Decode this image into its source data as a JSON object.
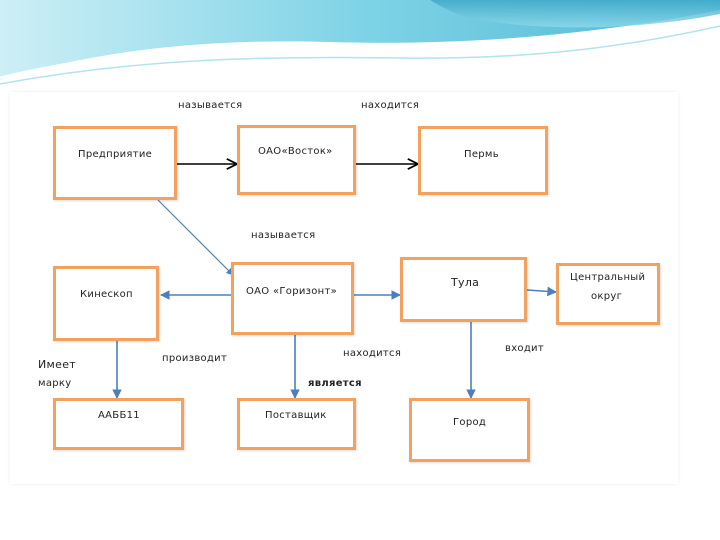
{
  "diagram": {
    "boxes": {
      "enterprise": "Предприятие",
      "vostok": "ОАО«Восток»",
      "perm": "Пермь",
      "kinescope": "Кинескоп",
      "horizont": "ОАО «Горизонт»",
      "tula": "Тула",
      "central_district_line1": "Центральный",
      "central_district_line2": "округ",
      "aabb11": "ААББ11",
      "supplier": "Поставщик",
      "city": "Город"
    },
    "relations": {
      "is_named_1": "называется",
      "is_located_1": "находится",
      "is_named_2": "называется",
      "has_brand_line1": "Имеет",
      "has_brand_line2": "марку",
      "produces": "производит",
      "is_located_2": "находится",
      "enters": "входит",
      "is": "является"
    }
  }
}
